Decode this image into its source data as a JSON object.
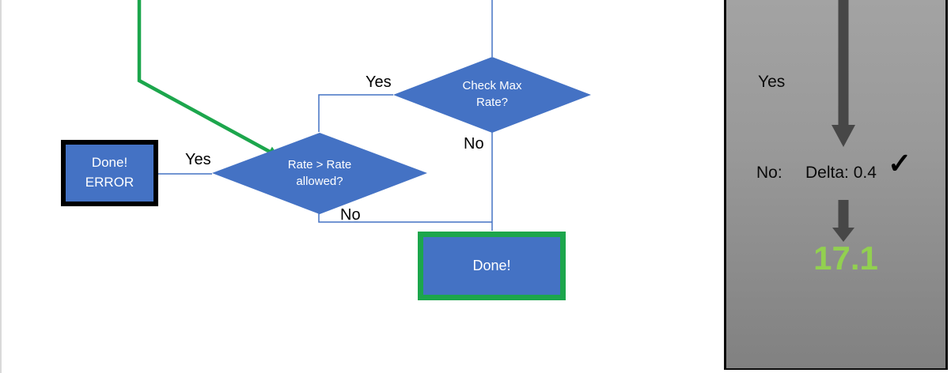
{
  "flowchart": {
    "decision_check_max_rate": {
      "label": "Check Max\nRate?",
      "yes_label": "Yes",
      "no_label": "No"
    },
    "decision_rate_allowed": {
      "label": "Rate > Rate\nallowed?",
      "yes_label": "Yes",
      "no_label": "No"
    },
    "error_box": {
      "label": "Done!\nERROR"
    },
    "done_box": {
      "label": "Done!"
    }
  },
  "side_panel": {
    "yes_label": "Yes",
    "no_label": "No:",
    "delta_label": "Delta: 0.4",
    "check_icon": "✓",
    "result_value": "17.1"
  },
  "colors": {
    "shape_blue": "#4472C4",
    "flow_green": "#1CA64C",
    "result_green": "#92D050",
    "arrow_gray": "#474747",
    "panel_gray_top": "#A3A3A3",
    "panel_gray_bottom": "#818181",
    "border_black": "#000000"
  }
}
